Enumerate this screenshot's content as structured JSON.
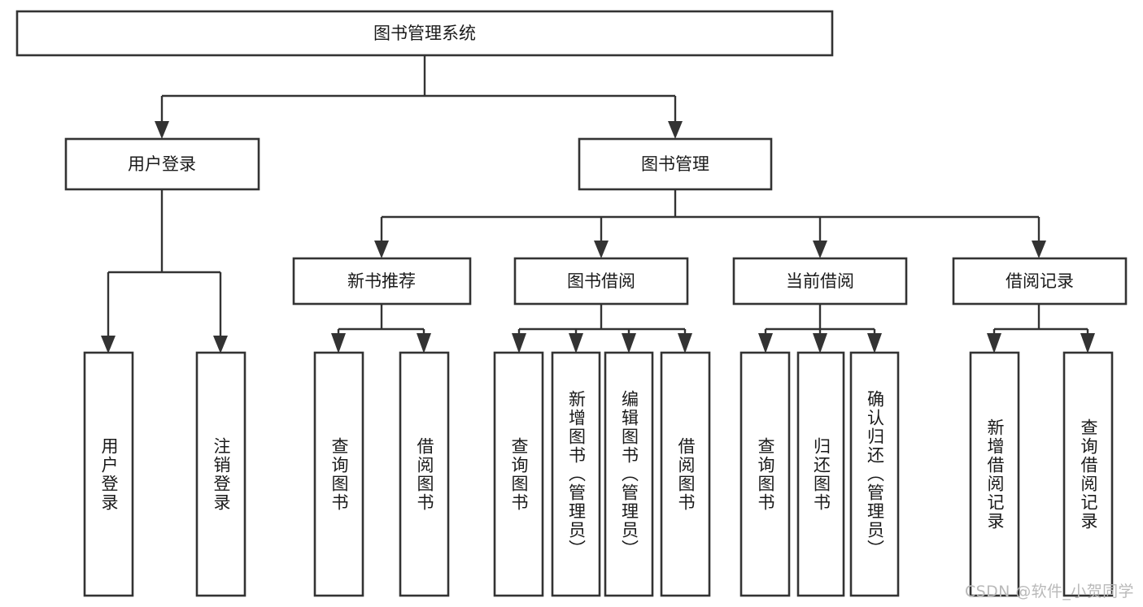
{
  "diagram": {
    "title": "图书管理系统",
    "type": "hierarchy-tree",
    "levels": 4,
    "root": {
      "id": "root",
      "label": "图书管理系统"
    },
    "level2": [
      {
        "id": "user-login",
        "label": "用户登录"
      },
      {
        "id": "book-management",
        "label": "图书管理"
      }
    ],
    "level3": [
      {
        "id": "new-book-recommend",
        "label": "新书推荐",
        "parent": "book-management"
      },
      {
        "id": "book-borrow",
        "label": "图书借阅",
        "parent": "book-management"
      },
      {
        "id": "current-borrow",
        "label": "当前借阅",
        "parent": "book-management"
      },
      {
        "id": "borrow-record",
        "label": "借阅记录",
        "parent": "book-management"
      }
    ],
    "leaves": [
      {
        "id": "leaf-user-login",
        "label": "用户登录",
        "parent": "user-login"
      },
      {
        "id": "leaf-user-logout",
        "label": "注销登录",
        "parent": "user-login"
      },
      {
        "id": "leaf-query-book-1",
        "label": "查询图书",
        "parent": "new-book-recommend"
      },
      {
        "id": "leaf-borrow-book-1",
        "label": "借阅图书",
        "parent": "new-book-recommend"
      },
      {
        "id": "leaf-query-book-2",
        "label": "查询图书",
        "parent": "book-borrow"
      },
      {
        "id": "leaf-add-book",
        "label": "新增图书（管理员）",
        "parent": "book-borrow"
      },
      {
        "id": "leaf-edit-book",
        "label": "编辑图书（管理员）",
        "parent": "book-borrow"
      },
      {
        "id": "leaf-borrow-book-2",
        "label": "借阅图书",
        "parent": "book-borrow"
      },
      {
        "id": "leaf-query-book-3",
        "label": "查询图书",
        "parent": "current-borrow"
      },
      {
        "id": "leaf-return-book",
        "label": "归还图书",
        "parent": "current-borrow"
      },
      {
        "id": "leaf-confirm-return",
        "label": "确认归还（管理员）",
        "parent": "current-borrow"
      },
      {
        "id": "leaf-add-record",
        "label": "新增借阅记录",
        "parent": "borrow-record"
      },
      {
        "id": "leaf-query-record",
        "label": "查询借阅记录",
        "parent": "borrow-record"
      }
    ],
    "colors": {
      "box_fill": "#ffffff",
      "box_stroke": "#333333",
      "connector": "#333333",
      "text": "#1a1a1a",
      "background": "#ffffff",
      "watermark": "#b9b9b9"
    }
  },
  "watermark": {
    "text": "CSDN @软件_小贺同学"
  }
}
